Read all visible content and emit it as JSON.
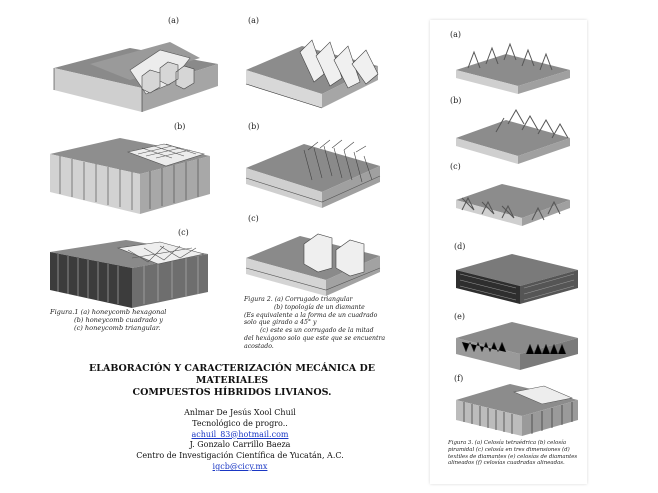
{
  "figure1": {
    "labels": [
      "(a)",
      "(b)",
      "(c)"
    ],
    "caption": [
      "Figura.1 (a) honeycomb hexagonal",
      "(b) honeycomb cuadrado y",
      "(c) honeycomb triangular."
    ]
  },
  "figure2": {
    "labels": [
      "(a)",
      "(b)",
      "(c)"
    ],
    "caption": [
      "Figura 2. (a) Corrugado triangular",
      "(b) topología de un diamante",
      "(Es equivalente a la forma de un cuadrado",
      "solo que girado a 45° y",
      "(c) este es un corrugado de la mitad",
      "del hexágono solo que este que se encuentra",
      "acostado."
    ]
  },
  "figure3": {
    "labels": [
      "(a)",
      "(b)",
      "(c)",
      "(d)",
      "(e)",
      "(f)"
    ],
    "caption": [
      "Figura 3. (a) Celosía tetraédrica (b) celosía",
      "piramidal (c) celosía en tres dimensiones (d)",
      "textiles de diamantes (e) celosías de diamantes",
      "alineados (f) celosías cuadradas alineadas."
    ]
  },
  "title": [
    "ELABORACIÓN Y CARACTERIZACIÓN MECÁNICA DE MATERIALES",
    "COMPUESTOS HÍBRIDOS LIVIANOS."
  ],
  "authors": {
    "name1": "Anlmar De Jesús Xool Chuil",
    "affil1": "Tecnológico de progro..",
    "email1": "achuil_83@hotmail.com",
    "name2": "J. Gonzalo Carrillo Baeza",
    "affil2": "Centro de Investigación Científica de Yucatán, A.C.",
    "email2": "igcb@cicy.mx"
  }
}
